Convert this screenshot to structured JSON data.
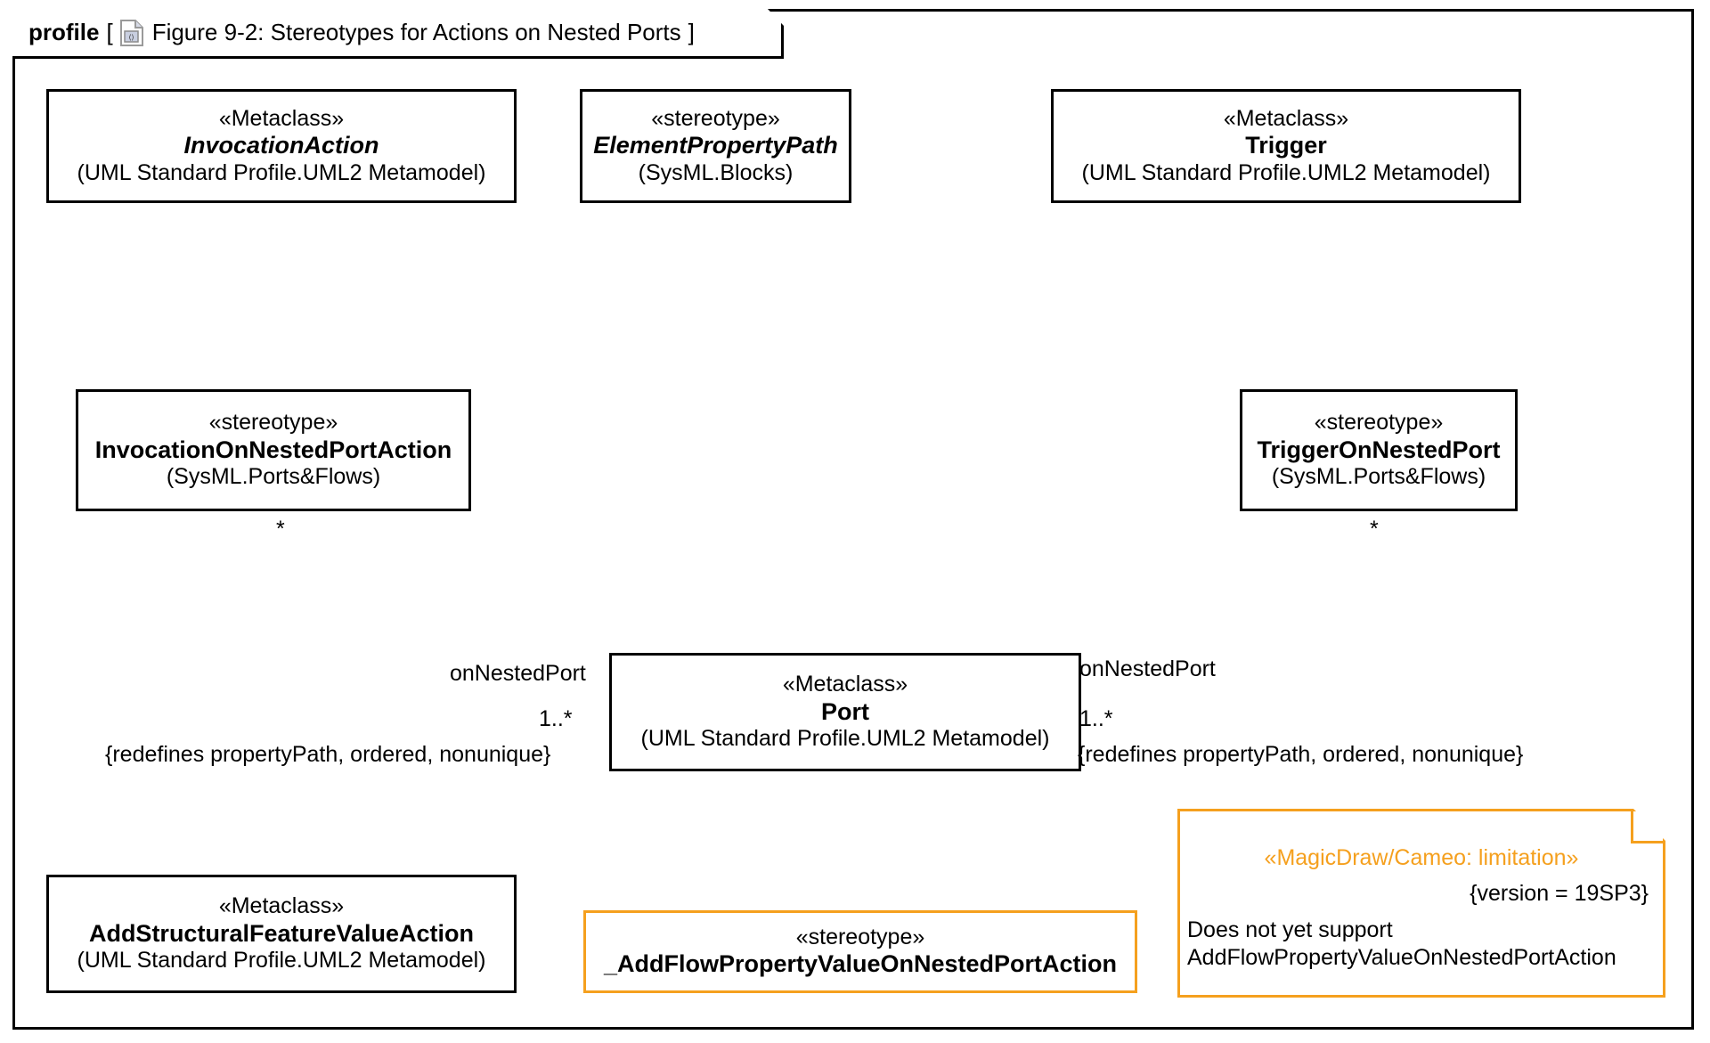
{
  "frame": {
    "kind": "profile",
    "bracket_open": "[",
    "bracket_close": "]",
    "icon": "diagram-document-icon",
    "title": "Figure 9-2: Stereotypes for Actions on Nested Ports"
  },
  "colors": {
    "border": "#000000",
    "accent_orange": "#F5A01E",
    "background": "#FFFFFF"
  },
  "nodes": {
    "invocation_action": {
      "stereotype": "«Metaclass»",
      "name": "InvocationAction",
      "package": "(UML Standard Profile.UML2 Metamodel)"
    },
    "element_property_path": {
      "stereotype": "«stereotype»",
      "name": "ElementPropertyPath",
      "package": "(SysML.Blocks)"
    },
    "trigger": {
      "stereotype": "«Metaclass»",
      "name": "Trigger",
      "package": "(UML Standard Profile.UML2 Metamodel)"
    },
    "invocation_on_nested_port_action": {
      "stereotype": "«stereotype»",
      "name": "InvocationOnNestedPortAction",
      "package": "(SysML.Ports&Flows)"
    },
    "trigger_on_nested_port": {
      "stereotype": "«stereotype»",
      "name": "TriggerOnNestedPort",
      "package": "(SysML.Ports&Flows)"
    },
    "port": {
      "stereotype": "«Metaclass»",
      "name": "Port",
      "package": "(UML Standard Profile.UML2 Metamodel)"
    },
    "add_structural_feature_value_action": {
      "stereotype": "«Metaclass»",
      "name": "AddStructuralFeatureValueAction",
      "package": "(UML Standard Profile.UML2 Metamodel)"
    },
    "add_flow_property_value_on_nested_port_action": {
      "stereotype": "«stereotype»",
      "name": "_AddFlowPropertyValueOnNestedPortAction"
    }
  },
  "note": {
    "stereotype": "«MagicDraw/Cameo: limitation»",
    "tag": "{version = 19SP3}",
    "body": "Does not yet support\nAddFlowPropertyValueOnNestedPortAction"
  },
  "edge_labels": {
    "left_source_mult": "*",
    "left_end_name": "onNestedPort",
    "left_target_mult": "1..*",
    "left_constraint": "{redefines propertyPath, ordered, nonunique}",
    "right_source_mult": "*",
    "right_end_name": "onNestedPort",
    "right_target_mult": "1..*",
    "right_constraint": "{redefines propertyPath, ordered, nonunique}"
  }
}
